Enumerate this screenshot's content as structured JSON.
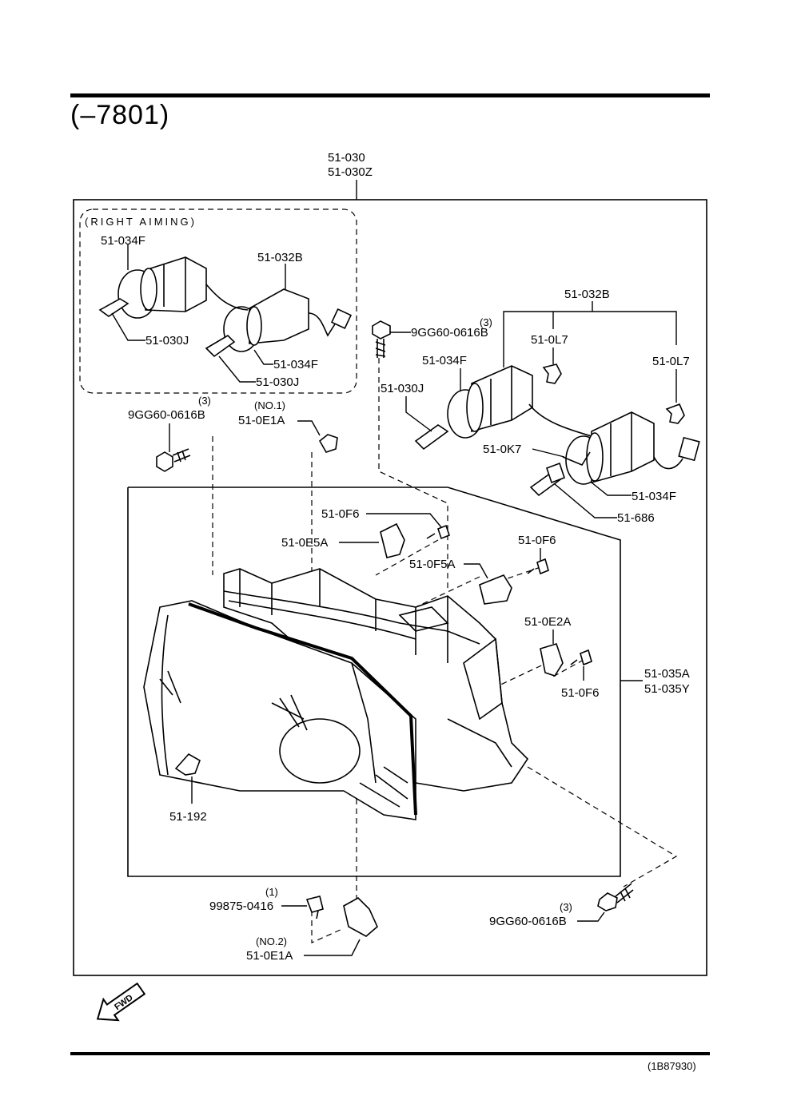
{
  "header": {
    "title": "(–7801)"
  },
  "footer": {
    "drawing_code": "(1B87930)"
  },
  "fwd_label": "FWD",
  "assembly_numbers": [
    "51-030",
    "51-030Z"
  ],
  "right_aiming": {
    "label": "(RIGHT AIMING)",
    "parts": {
      "socket_a": "51-034F",
      "bulb_housing": "51-032B",
      "bulb_a": "51-030J",
      "socket_b": "51-034F",
      "bulb_b": "51-030J"
    }
  },
  "upper_right": {
    "assembly": "51-032B",
    "bolt_qty": "(3)",
    "bolt": "9GG60-0616B",
    "connector_a": "51-0L7",
    "connector_b": "51-0L7",
    "socket_a": "51-034F",
    "bulb_a": "51-030J",
    "connector_k": "51-0K7",
    "socket_b": "51-034F",
    "bulb_b": "51-686"
  },
  "left_bolt": {
    "qty": "(3)",
    "part": "9GG60-0616B"
  },
  "bracket_no1": {
    "tag": "(NO.1)",
    "part": "51-0E1A"
  },
  "housing_parts": {
    "screw_a": "51-0F6",
    "clip_a": "51-0E5A",
    "screw_b": "51-0F6",
    "bracket": "51-0F5A",
    "clip_b": "51-0E2A",
    "screw_c": "51-0F6",
    "lens_clip": "51-192",
    "housing": [
      "51-035A",
      "51-035Y"
    ]
  },
  "bottom": {
    "screw_qty": "(1)",
    "screw": "99875-0416",
    "bracket_tag": "(NO.2)",
    "bracket": "51-0E1A",
    "bolt_qty": "(3)",
    "bolt": "9GG60-0616B"
  }
}
